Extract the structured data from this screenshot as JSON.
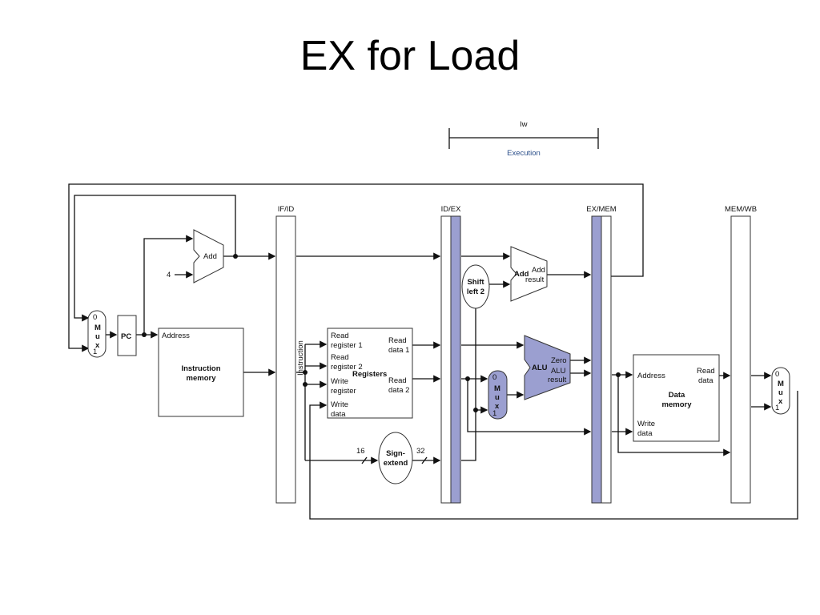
{
  "title": "EX for Load",
  "stage_bar": {
    "instruction": "lw",
    "stage": "Execution"
  },
  "pipeline_registers": [
    "IF/ID",
    "ID/EX",
    "EX/MEM",
    "MEM/WB"
  ],
  "colors": {
    "highlight": "#9b9fd0",
    "wire": "#111111",
    "stage_text": "#2b4f8a"
  },
  "components": {
    "pc": "PC",
    "add_left": "Add",
    "const_four": "4",
    "instruction_memory": {
      "port": "Address",
      "line1": "Instruction",
      "line2": "memory"
    },
    "instruction_label": "Instruction",
    "registers": {
      "name": "Registers",
      "rr1a": "Read",
      "rr1b": "register 1",
      "rr2a": "Read",
      "rr2b": "register 2",
      "wra": "Write",
      "wrb": "register",
      "wda": "Write",
      "wdb": "data",
      "rd1a": "Read",
      "rd1b": "data 1",
      "rd2a": "Read",
      "rd2b": "data 2"
    },
    "sign_extend": {
      "line1": "Sign-",
      "line2": "extend",
      "in_bits": "16",
      "out_bits": "32"
    },
    "shift_left": {
      "line1": "Shift",
      "line2": "left 2"
    },
    "add_branch": {
      "name": "Add",
      "out1": "Add",
      "out2": "result"
    },
    "alu": {
      "name": "ALU",
      "zero": "Zero",
      "res1": "ALU",
      "res2": "result"
    },
    "data_memory": {
      "port_addr": "Address",
      "port_rd1": "Read",
      "port_rd2": "data",
      "line1": "Data",
      "line2": "memory",
      "wd1": "Write",
      "wd2": "data"
    },
    "mux": {
      "zero": "0",
      "m": "M",
      "u": "u",
      "x": "x",
      "one": "1"
    }
  }
}
